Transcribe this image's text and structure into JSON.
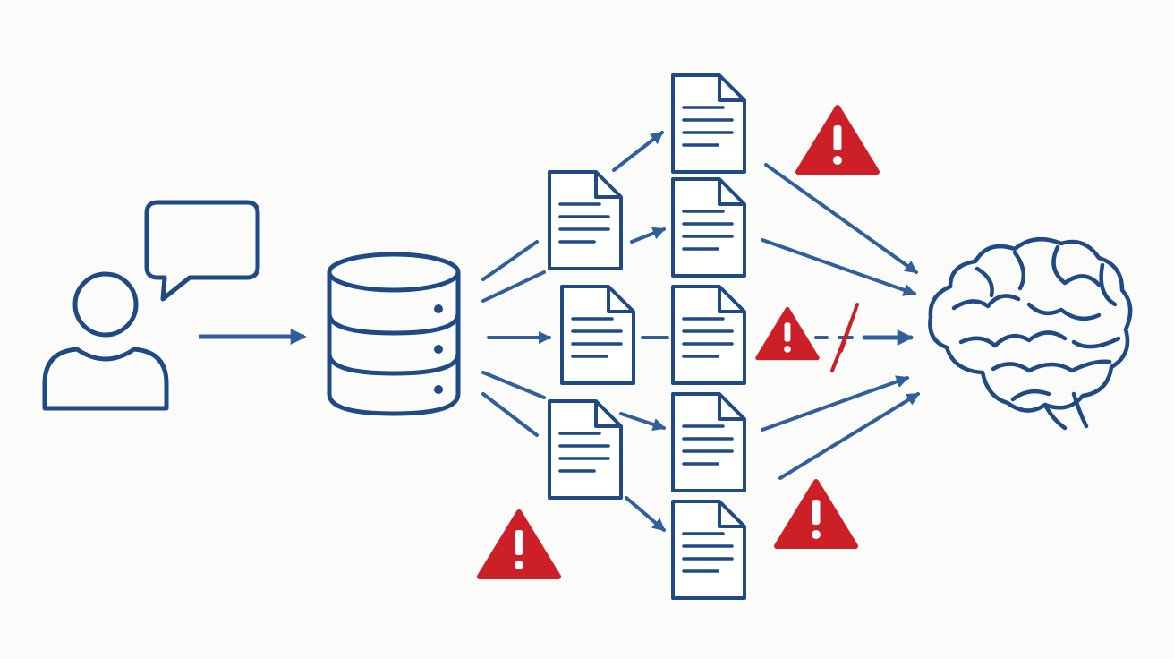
{
  "colors": {
    "primary": "#1f4a86",
    "arrow": "#2f5f9c",
    "warning": "#cc1f27",
    "warning_mark": "#ffffff",
    "background": "#fbfbf9",
    "document_fill": "#ffffff"
  },
  "nodes": {
    "user": {
      "icon": "user-icon"
    },
    "chat": {
      "icon": "speech-bubble-icon"
    },
    "database": {
      "icon": "database-icon"
    },
    "brain": {
      "icon": "brain-icon"
    }
  },
  "documents": {
    "first_stage_count": 3,
    "second_stage_count": 5,
    "icon": "document-icon"
  },
  "warnings": {
    "count": 4,
    "icon": "warning-icon",
    "symbol": "!"
  },
  "broken_link": {
    "icon": "broken-link-icon"
  }
}
